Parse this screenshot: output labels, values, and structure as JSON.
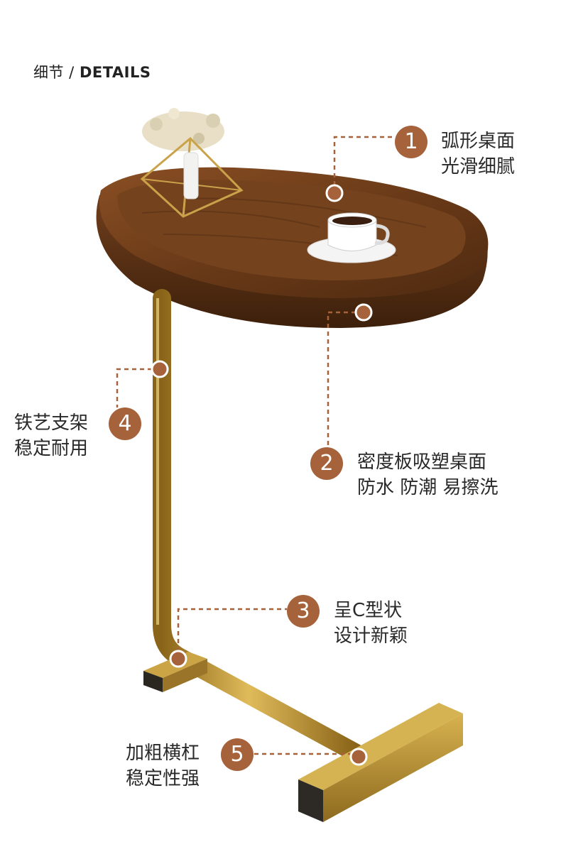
{
  "header": {
    "cn": "细节",
    "sep": " / ",
    "en": "DETAILS"
  },
  "callouts": [
    {
      "num": "1",
      "line1": "弧形桌面",
      "line2": "光滑细腻"
    },
    {
      "num": "2",
      "line1": "密度板吸塑桌面",
      "line2": "防水 防潮 易擦洗"
    },
    {
      "num": "3",
      "line1": "呈C型状",
      "line2": "设计新颖"
    },
    {
      "num": "4",
      "line1": "铁艺支架",
      "line2": "稳定耐用"
    },
    {
      "num": "5",
      "line1": "加粗横杠",
      "line2": "稳定性强"
    }
  ],
  "colors": {
    "accent": "#a6623a",
    "wood": "#6b3c1c",
    "gold": "#b48a2c",
    "text": "#2a2a2a"
  }
}
